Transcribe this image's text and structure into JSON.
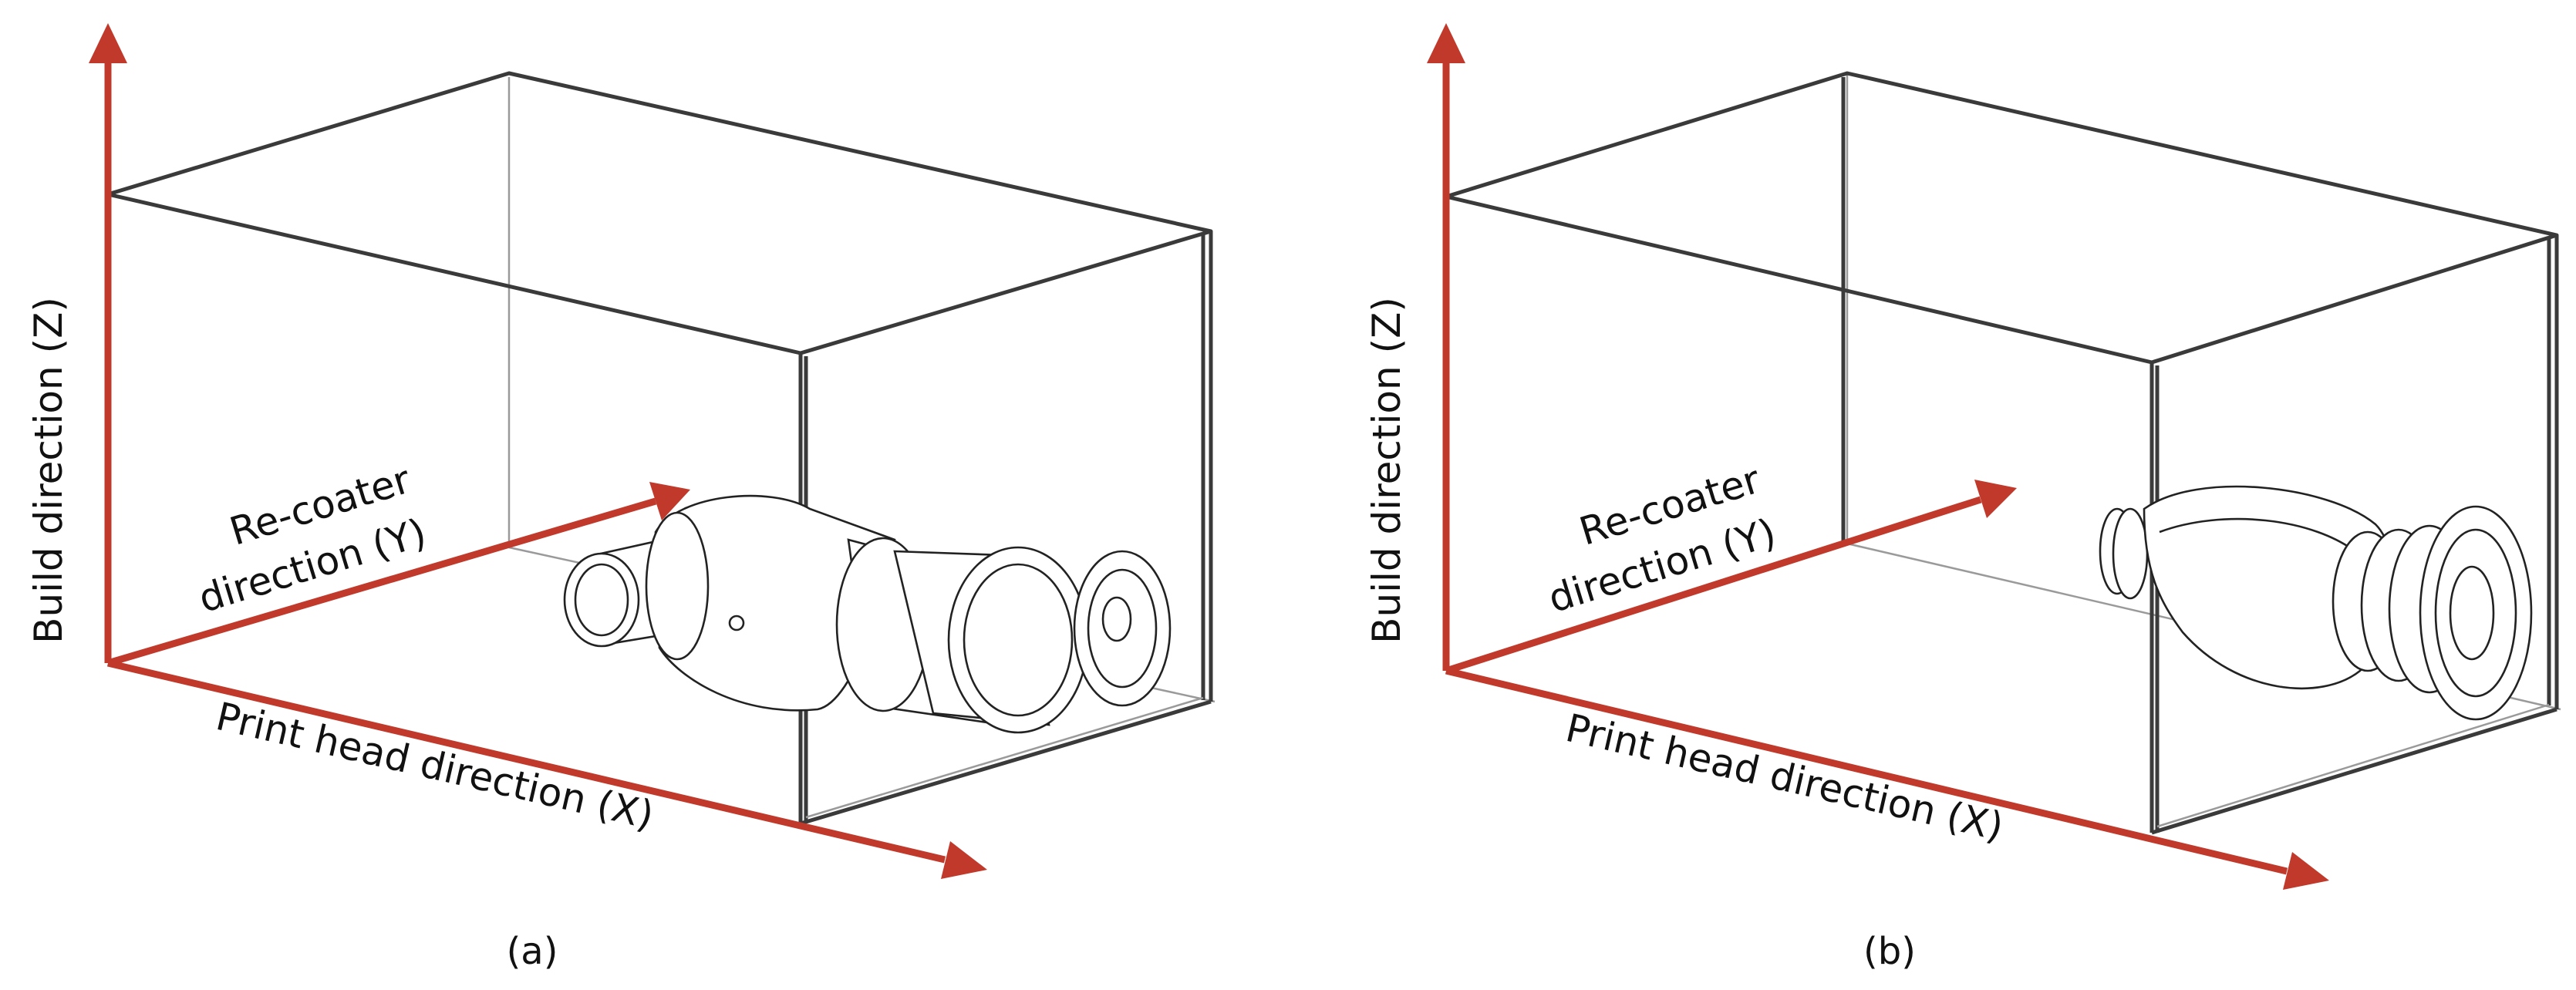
{
  "panels": [
    {
      "id": "a",
      "label": "(a)",
      "axes": {
        "z": {
          "line1": "Build direction (Z)"
        },
        "y": {
          "line1": "Re-coater",
          "line2": "direction (Y)"
        },
        "x": {
          "line1": "Print head direction (X)"
        }
      },
      "colors": {
        "axis": "#c0392b",
        "outline": "#3a3a3a"
      }
    },
    {
      "id": "b",
      "label": "(b)",
      "axes": {
        "z": {
          "line1": "Build direction (Z)"
        },
        "y": {
          "line1": "Re-coater",
          "line2": "direction (Y)"
        },
        "x": {
          "line1": "Print head direction (X)"
        }
      },
      "colors": {
        "axis": "#c0392b",
        "outline": "#3a3a3a"
      }
    }
  ]
}
